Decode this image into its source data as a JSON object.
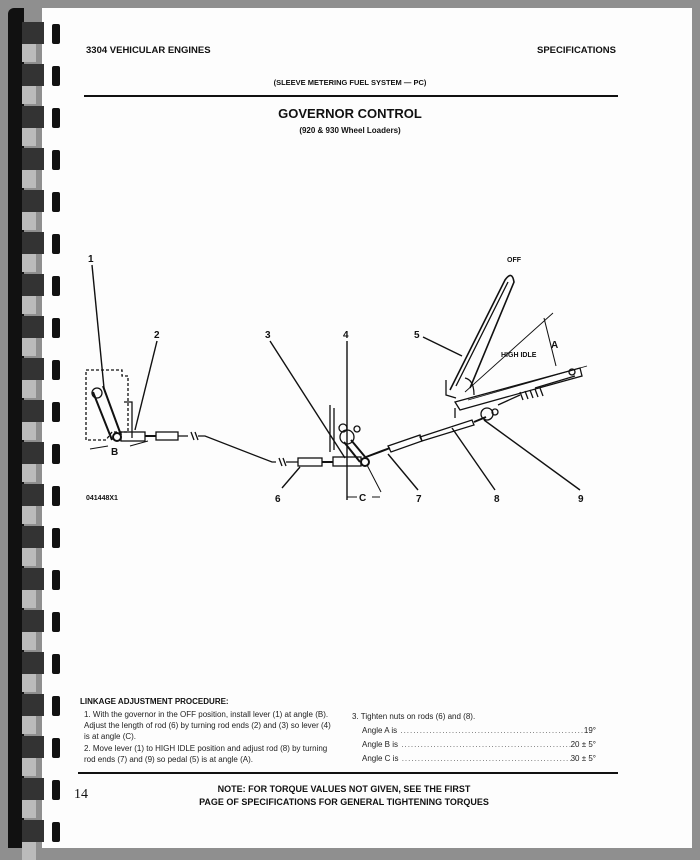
{
  "header": {
    "left": "3304 VEHICULAR ENGINES",
    "right": "SPECIFICATIONS",
    "subtitle": "(SLEEVE METERING FUEL SYSTEM — PC)"
  },
  "title": "GOVERNOR CONTROL",
  "subtitle": "(920 & 930 Wheel Loaders)",
  "diagram": {
    "callouts": [
      "1",
      "2",
      "3",
      "4",
      "5",
      "6",
      "7",
      "8",
      "9"
    ],
    "angle_labels": [
      "A",
      "B",
      "C"
    ],
    "off_label": "OFF",
    "high_idle_label": "HIGH IDLE",
    "figure_id": "041448X1"
  },
  "procedure": {
    "heading": "LINKAGE ADJUSTMENT PROCEDURE:",
    "steps": [
      "1. With the governor in the OFF position, install lever (1) at angle (B). Adjust the length of rod (6) by turning rod ends (2) and (3) so lever (4) is at angle (C).",
      "2. Move lever (1) to HIGH IDLE position and adjust rod (8) by turning rod ends (7) and (9) so pedal (5) is at angle (A).",
      "3. Tighten nuts on rods (6) and (8)."
    ],
    "specs": [
      {
        "label": "Angle A is",
        "value": "19°"
      },
      {
        "label": "Angle B is",
        "value": "20 ± 5°"
      },
      {
        "label": "Angle C is",
        "value": "30 ± 5°"
      }
    ]
  },
  "note": {
    "line1": "NOTE:  FOR  TORQUE  VALUES  NOT  GIVEN,  SEE  THE  FIRST",
    "line2": "PAGE OF SPECIFICATIONS FOR GENERAL TIGHTENING TORQUES"
  },
  "page_number": "14"
}
